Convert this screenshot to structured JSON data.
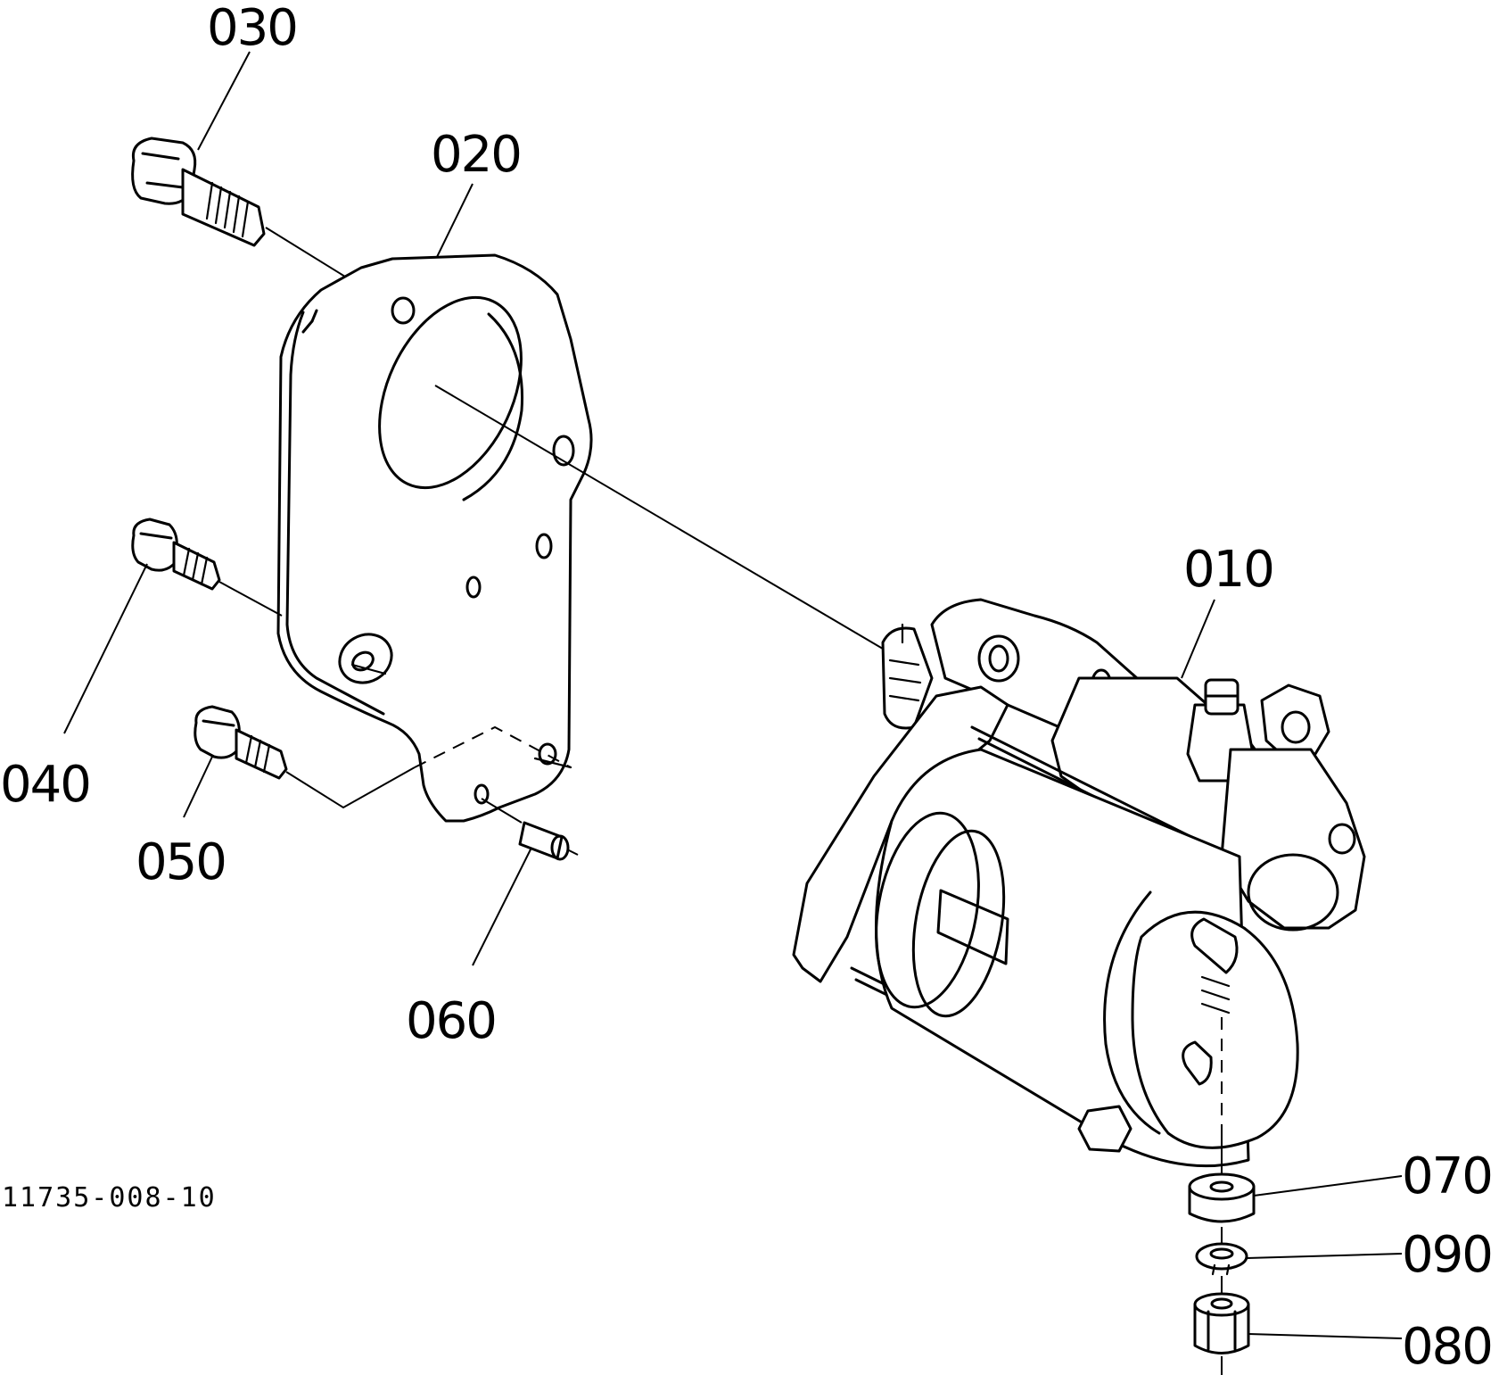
{
  "diagram": {
    "drawing_number": "11735-008-10",
    "callouts": {
      "p010": "010",
      "p020": "020",
      "p030": "030",
      "p040": "040",
      "p050": "050",
      "p060": "060",
      "p070": "070",
      "p080": "080",
      "p090": "090"
    }
  }
}
